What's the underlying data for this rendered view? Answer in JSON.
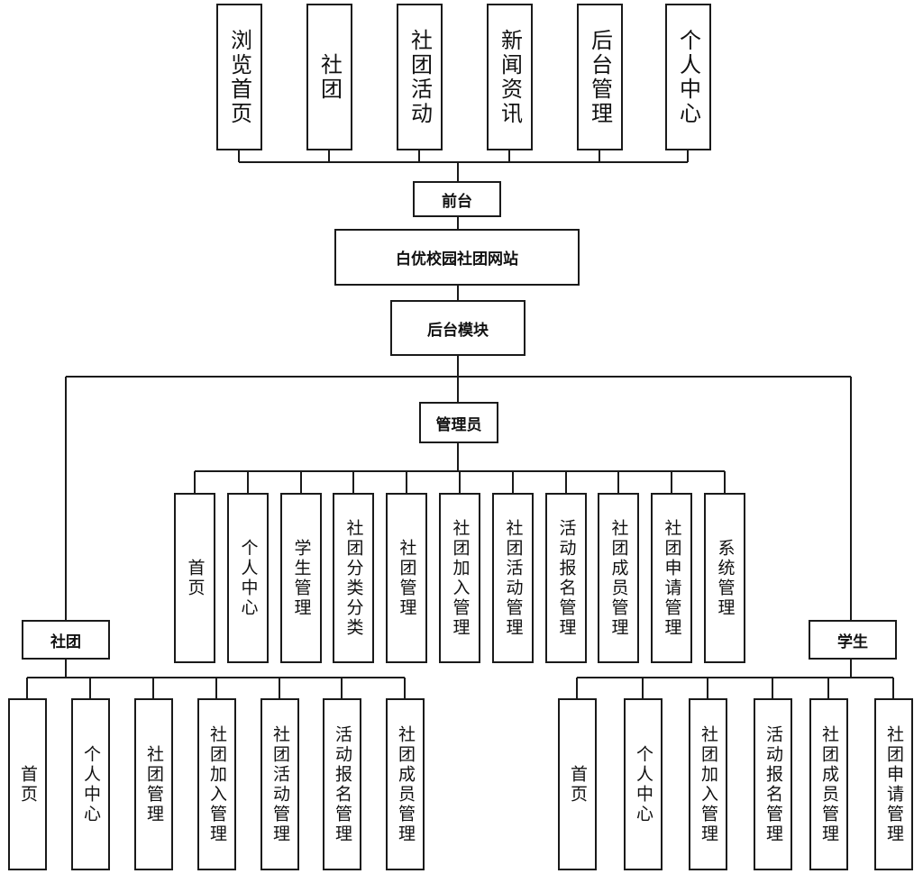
{
  "diagram": {
    "root": "白优校园社团网站",
    "frontend": {
      "label": "前台",
      "children": [
        "浏览首页",
        "社团",
        "社团活动",
        "新闻资讯",
        "后台管理",
        "个人中心"
      ]
    },
    "backend": {
      "label": "后台模块",
      "admin": {
        "label": "管理员",
        "children": [
          "首页",
          "个人中心",
          "学生管理",
          "社团分类分类",
          "社团管理",
          "社团加入管理",
          "社团活动管理",
          "活动报名管理",
          "社团成员管理",
          "社团申请管理",
          "系统管理"
        ]
      },
      "club": {
        "label": "社团",
        "children": [
          "首页",
          "个人中心",
          "社团管理",
          "社团加入管理",
          "社团活动管理",
          "活动报名管理",
          "社团成员管理"
        ]
      },
      "student": {
        "label": "学生",
        "children": [
          "首页",
          "个人中心",
          "社团加入管理",
          "活动报名管理",
          "社团成员管理",
          "社团申请管理"
        ]
      }
    }
  }
}
